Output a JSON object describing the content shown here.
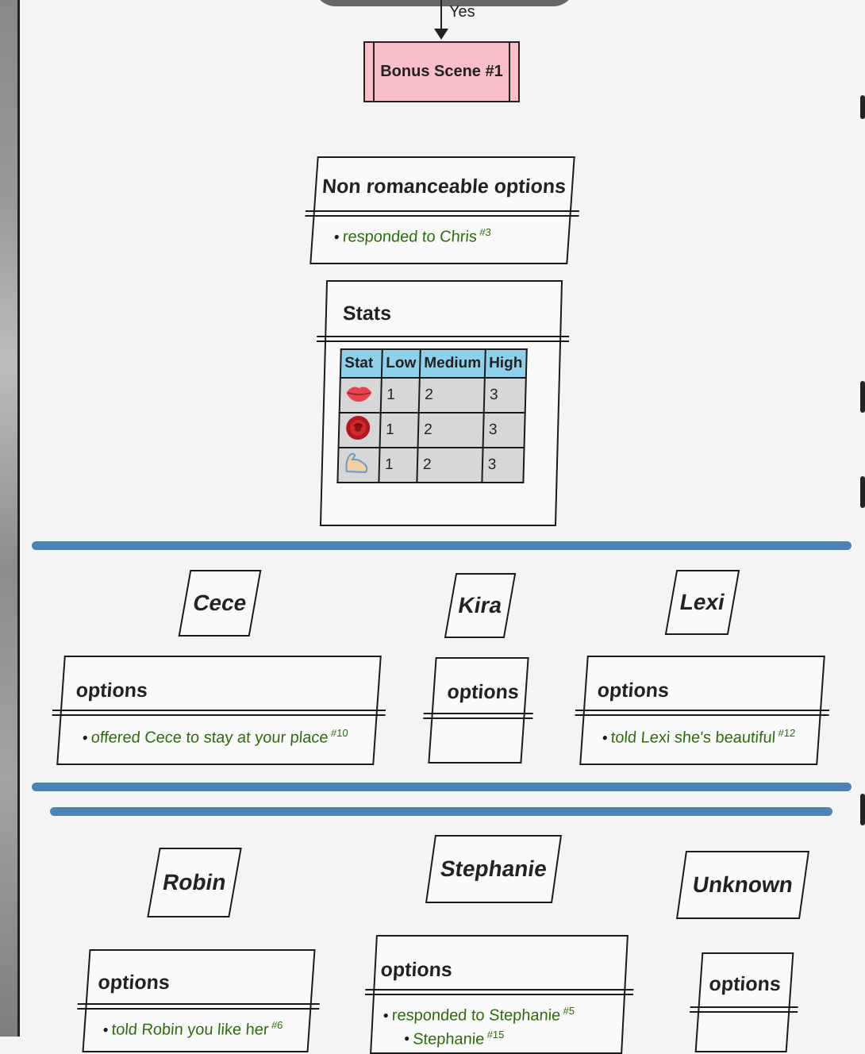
{
  "flow": {
    "edge_label": "Yes",
    "bonus_scene": "Bonus Scene #1"
  },
  "non_romanceable": {
    "title": "Non romanceable options",
    "items": [
      {
        "text": "responded to Chris",
        "ref": "#3"
      }
    ]
  },
  "stats": {
    "title": "Stats",
    "headers": [
      "Stat",
      "Low",
      "Medium",
      "High"
    ],
    "rows": [
      {
        "icon": "lips-icon",
        "low": "1",
        "medium": "2",
        "high": "3"
      },
      {
        "icon": "rose-icon",
        "low": "1",
        "medium": "2",
        "high": "3"
      },
      {
        "icon": "flexed-biceps-icon",
        "low": "1",
        "medium": "2",
        "high": "3"
      }
    ]
  },
  "section1": {
    "cece": {
      "name": "Cece",
      "options_title": "options",
      "items": [
        {
          "text": "offered Cece to stay at your place",
          "ref": "#10"
        }
      ]
    },
    "kira": {
      "name": "Kira",
      "options_title": "options"
    },
    "lexi": {
      "name": "Lexi",
      "options_title": "options",
      "items": [
        {
          "text": "told Lexi she's beautiful",
          "ref": "#12"
        }
      ]
    }
  },
  "section2": {
    "robin": {
      "name": "Robin",
      "options_title": "options",
      "items": [
        {
          "text": "told Robin you like her",
          "ref": "#6"
        }
      ]
    },
    "stephanie": {
      "name": "Stephanie",
      "options_title": "options",
      "items": [
        {
          "text": "responded to Stephanie",
          "ref": "#5"
        },
        {
          "text": "Stephanie",
          "ref": "#15"
        }
      ]
    },
    "unknown": {
      "name": "Unknown",
      "options_title": "options"
    }
  },
  "colors": {
    "bonus_fill": "#f9bfc8",
    "divider": "#4c82b4",
    "table_header": "#8fd0ea",
    "table_cell": "#d7d7d7",
    "option_text": "#2e6b0e"
  }
}
